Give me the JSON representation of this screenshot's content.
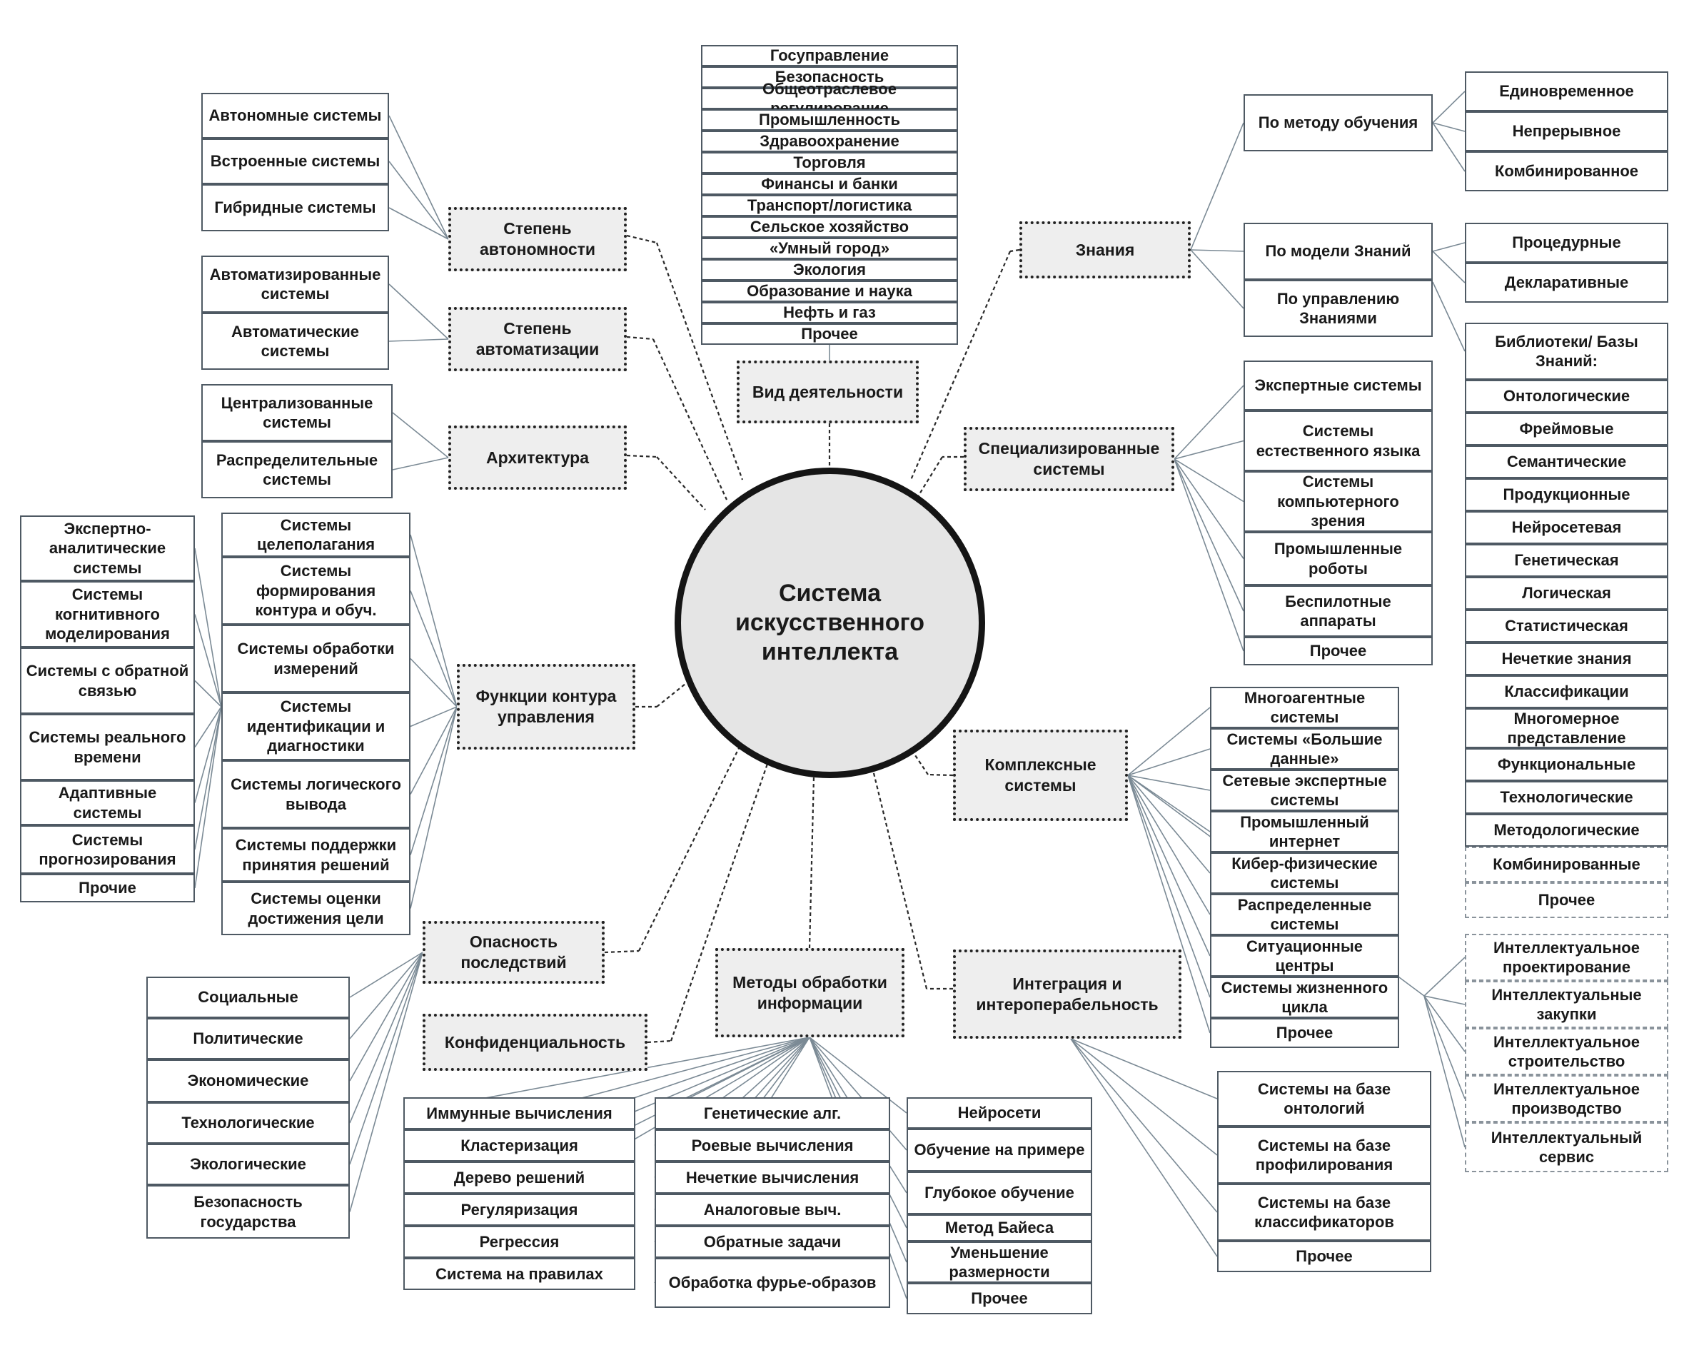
{
  "center": "Система искусственного интеллекта",
  "colors": {
    "line": "#7b8a95",
    "border": "#4e5963",
    "dashed": "#8a939b",
    "category_fill": "#eeeeee"
  },
  "categories": [
    {
      "id": "autonomy",
      "label": "Степень автономности"
    },
    {
      "id": "automation",
      "label": "Степень автоматизации"
    },
    {
      "id": "architecture",
      "label": "Архитектура"
    },
    {
      "id": "functions",
      "label": "Функции контура управления"
    },
    {
      "id": "danger",
      "label": "Опасность последствий"
    },
    {
      "id": "confidential",
      "label": "Конфиденциальность"
    },
    {
      "id": "methods",
      "label": "Методы обработки информации"
    },
    {
      "id": "activity",
      "label": "Вид деятельности"
    },
    {
      "id": "knowledge",
      "label": "Знания"
    },
    {
      "id": "special",
      "label": "Специализированные системы"
    },
    {
      "id": "complex",
      "label": "Комплексные системы"
    },
    {
      "id": "integration",
      "label": "Интеграция и интероперабельность"
    }
  ],
  "groups": {
    "autonomy": [
      "Автономные системы",
      "Встроенные системы",
      "Гибридные системы"
    ],
    "automation": [
      "Автоматизированные системы",
      "Автоматические системы"
    ],
    "architecture": [
      "Централизованные системы",
      "Распределительные системы"
    ],
    "functions": [
      "Системы целеполагания",
      "Системы формирования контура и обуч.",
      "Системы обработки измерений",
      "Системы идентификации и диагностики",
      "Системы логического вывода",
      "Системы поддержки принятия решений",
      "Системы оценки достижения цели"
    ],
    "functions_outer": [
      "Экспертно-аналитические системы",
      "Системы когнитивного моделирования",
      "Системы с обратной связью",
      "Системы реального времени",
      "Адаптивные системы",
      "Системы прогнозирования",
      "Прочие"
    ],
    "danger": [
      "Социальные",
      "Политические",
      "Экономические",
      "Технологические",
      "Экологические",
      "Безопасность государства"
    ],
    "methods_1": [
      "Иммунные вычисления",
      "Кластеризация",
      "Дерево решений",
      "Регуляризация",
      "Регрессия",
      "Система на правилах"
    ],
    "methods_2": [
      "Генетические алг.",
      "Роевые вычисления",
      "Нечеткие вычисления",
      "Аналоговые выч.",
      "Обратные задачи",
      "Обработка фурье-образов"
    ],
    "methods_3": [
      "Нейросети",
      "Обучение на примере",
      "Глубокое обучение",
      "Метод Байеса",
      "Уменьшение размерности",
      "Прочее"
    ],
    "activity": [
      "Госуправление",
      "Безопасность",
      "Общеотраслевое регулирование",
      "Промышленность",
      "Здравоохранение",
      "Торговля",
      "Финансы и банки",
      "Транспорт/логистика",
      "Сельское хозяйство",
      "«Умный город»",
      "Экология",
      "Образование и наука",
      "Нефть и газ",
      "Прочее"
    ],
    "knowledge_a": [
      "По методу обучения"
    ],
    "knowledge_b": [
      "По модели Знаний",
      "По управлению Знаниями"
    ],
    "learning_method": [
      "Единовременное",
      "Непрерывное",
      "Комбинированное"
    ],
    "knowledge_model": [
      "Процедурные",
      "Декларативные"
    ],
    "knowledge_bases": [
      "Библиотеки/ Базы Знаний:",
      "Онтологические",
      "Фреймовые",
      "Семантические",
      "Продукционные",
      "Нейросетевая",
      "Генетическая",
      "Логическая",
      "Статистическая",
      "Нечеткие знания",
      "Классификации",
      "Многомерное представление",
      "Функциональные",
      "Технологические",
      "Методологические"
    ],
    "knowledge_bases_dashed": [
      "Комбинированные",
      "Прочее"
    ],
    "special": [
      "Экспертные системы",
      "Системы естественного языка",
      "Системы компьютерного зрения",
      "Промышленные роботы",
      "Беспилотные аппараты",
      "Прочее"
    ],
    "complex": [
      "Многоагентные системы",
      "Системы «Большие данные»",
      "Сетевые экспертные системы",
      "Промышленный интернет",
      "Кибер-физические системы",
      "Распределенные системы",
      "Ситуационные центры",
      "Системы жизненного цикла",
      "Прочее"
    ],
    "complex_outer": [
      "Интеллектуальное проектирование",
      "Интеллектуальные закупки",
      "Интеллектуальное строительство",
      "Интеллектуальное производство",
      "Интеллектуальный сервис"
    ],
    "integration": [
      "Системы на базе онтологий",
      "Системы на базе профилирования",
      "Системы на базе классификаторов",
      "Прочее"
    ]
  }
}
